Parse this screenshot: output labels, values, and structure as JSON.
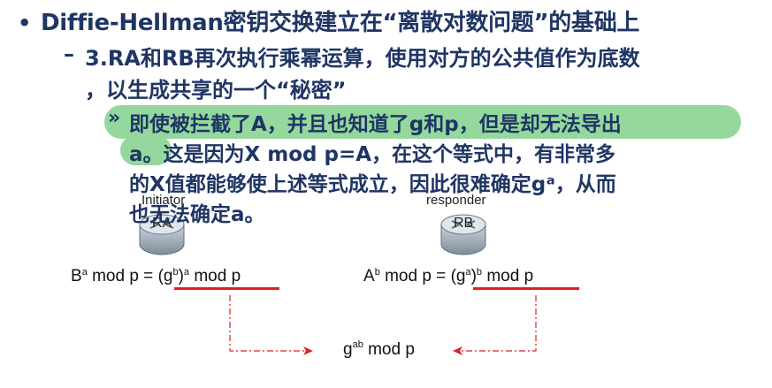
{
  "bullet1": {
    "marker": "•",
    "text": "Diffie-Hellman密钥交换建立在“离散对数问题”的基础上"
  },
  "bullet2": {
    "marker": "–",
    "line1": "3.RA和RB再次执行乘幂运算，使用对方的公共值作为底数",
    "line2": "，以生成共享的一个“秘密”"
  },
  "bullet3": {
    "marker": "»",
    "line1": "即使被拦截了A，并且也知道了g和p，但是却无法导出",
    "line2": "a。这是因为X mod p=A，在这个等式中，有非常多",
    "line3": "的X值都能够使上述等式成立，因此很难确定gᵃ，从而",
    "line4": "也无法确定a。"
  },
  "diagram": {
    "left": {
      "role": "Initiator",
      "router_label": "RA",
      "eq_base": "B",
      "eq_exp": "a",
      "eq_mid": " mod p = ",
      "eq_under_base": "(g",
      "eq_under_exp1": "b",
      "eq_under_close": ")",
      "eq_under_exp2": "a",
      "eq_under_tail": " mod p"
    },
    "right": {
      "role": "responder",
      "router_label": "RB",
      "eq_base": "A",
      "eq_exp": "b",
      "eq_mid": "  mod p = ",
      "eq_under_base": "(g",
      "eq_under_exp1": "a",
      "eq_under_close": ")",
      "eq_under_exp2": "b",
      "eq_under_tail": " mod p"
    },
    "result": {
      "base": "g",
      "exp": "ab",
      "tail": " mod p"
    },
    "colors": {
      "underline": "#e01e25",
      "arrow": "#e01e25",
      "text": "#1f3564",
      "highlight": "#94d89d"
    },
    "icons": [
      "router-icon"
    ]
  }
}
